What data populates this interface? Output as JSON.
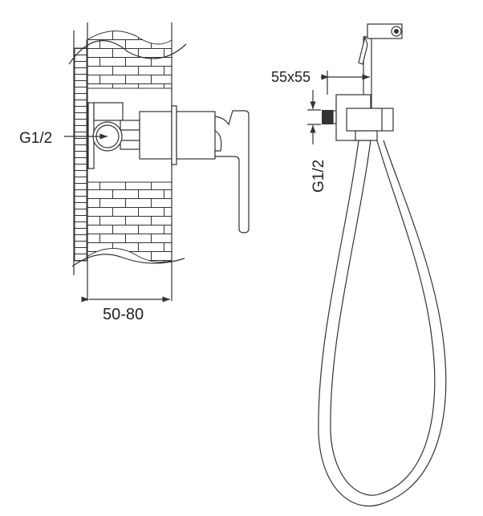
{
  "left_view": {
    "inlet_label": "G1/2",
    "wall_depth_label": "50-80"
  },
  "right_view": {
    "plate_size_label": "55x55",
    "inlet_label": "G1/2"
  },
  "colors": {
    "line": "#333333",
    "background": "#ffffff"
  }
}
